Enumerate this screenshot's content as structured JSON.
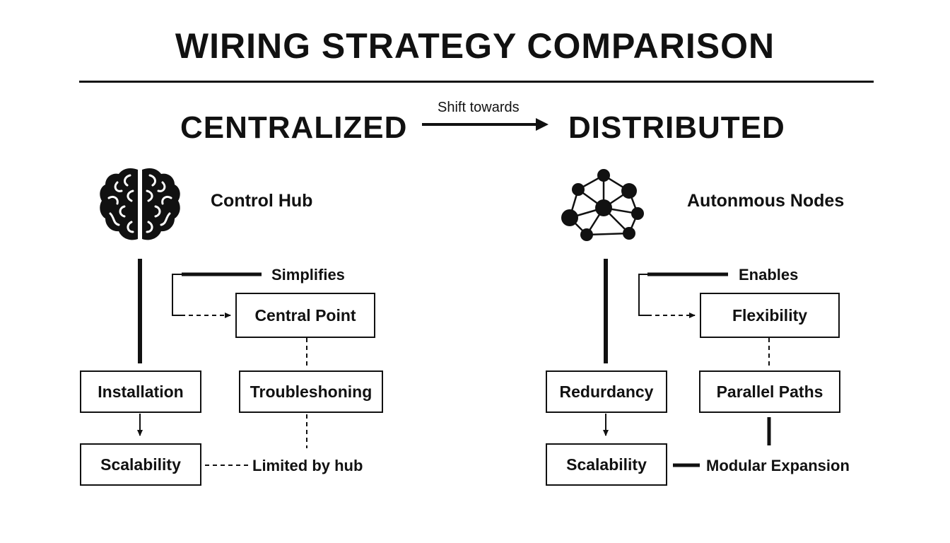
{
  "title": "WIRING STRATEGY COMPARISON",
  "transition": {
    "from": "CENTRALIZED",
    "label": "Shift towards",
    "to": "DISTRIBUTED"
  },
  "centralized": {
    "icon": "brain-icon",
    "hub_label": "Control Hub",
    "note_simplifies": "Simplifies",
    "box_central_point": "Central Point",
    "box_installation": "Installation",
    "box_troubleshooting": "Troubleshoning",
    "box_scalability": "Scalability",
    "note_limited": "Limited by hub"
  },
  "distributed": {
    "icon": "network-nodes-icon",
    "hub_label": "Autonmous Nodes",
    "note_enables": "Enables",
    "box_flexibility": "Flexibility",
    "box_redundancy": "Redurdancy",
    "box_parallel": "Parallel Paths",
    "box_scalability": "Scalability",
    "note_modular": "Modular Expansion"
  }
}
